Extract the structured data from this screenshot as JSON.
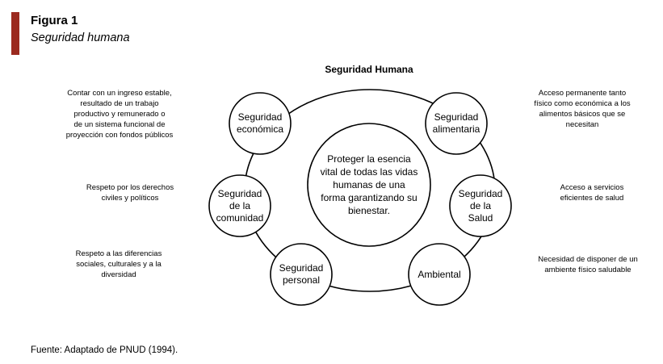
{
  "header": {
    "figure_number": "Figura 1",
    "figure_title": "Seguridad humana",
    "accent_color": "#9b2a1f"
  },
  "diagram": {
    "title": "Seguridad Humana",
    "center": "Proteger la esencia\nvital de todas las vidas\nhumanas de una\nforma garantizando su\nbienestar.",
    "nodes": {
      "economica": "Seguridad\neconómica",
      "alimentaria": "Seguridad\nalimentaria",
      "comunidad": "Seguridad\nde la\ncomunidad",
      "salud": "Seguridad\nde la\nSalud",
      "personal": "Seguridad\npersonal",
      "ambiental": "Ambiental"
    },
    "descriptions": {
      "economica": "Contar con un ingreso estable,\nresultado de un trabajo\nproductivo y remunerado o\nde un sistema funcional de\nproyección con fondos públicos",
      "alimentaria": "Acceso permanente tanto\nfísico como económica a los\nalimentos básicos que se\nnecesitan",
      "comunidad": "Respeto por los derechos\nciviles y políticos",
      "salud": "Acceso a servicios\neficientes de salud",
      "personal": "Respeto a las diferencias\nsociales, culturales y a la\ndiversidad",
      "ambiental": "Necesidad de disponer de un\nambiente físico saludable"
    }
  },
  "footer": {
    "source": "Fuente: Adaptado de PNUD (1994)."
  }
}
